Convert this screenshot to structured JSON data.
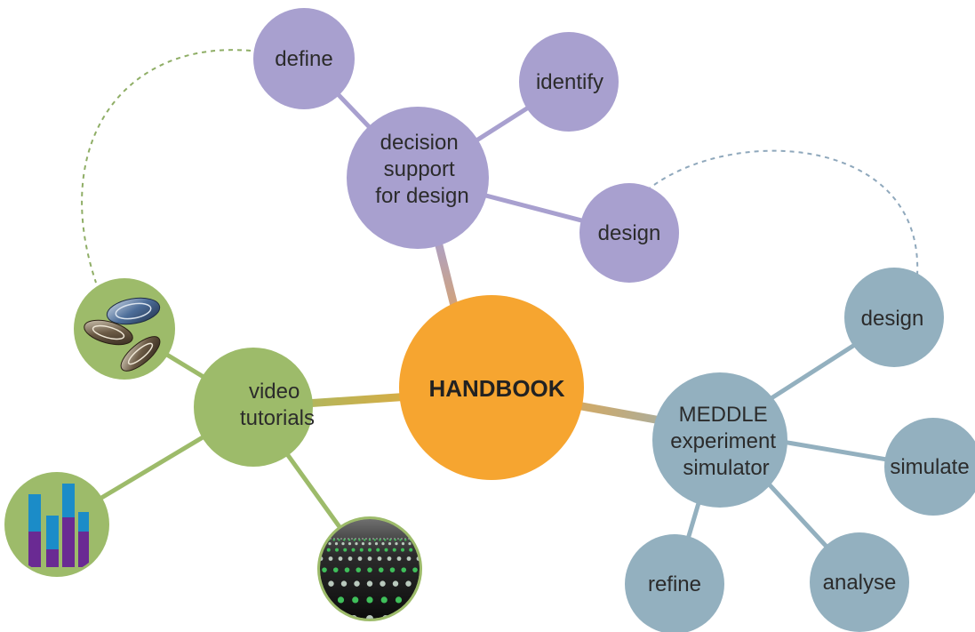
{
  "colors": {
    "hub": "#F6A530",
    "decision": "#A8A0CF",
    "video": "#9DBB6A",
    "meddle": "#93B0BF",
    "dashed_purple": "#8F8BC2",
    "dashed_green": "#8FAE66",
    "dashed_blue": "#8FA8BC"
  },
  "hub": {
    "label": "HANDBOOK"
  },
  "decision_support": {
    "label_lines": [
      "decision",
      "support",
      "for design"
    ],
    "children": {
      "define": "define",
      "identify": "identify",
      "design": "design"
    }
  },
  "video_tutorials": {
    "label_lines": [
      "video",
      "tutorials"
    ],
    "thumbnails": [
      "oyster-shells-image",
      "bar-chart-image",
      "particle-grid-image"
    ]
  },
  "meddle": {
    "label_lines": [
      "MEDDLE",
      "experiment",
      "simulator"
    ],
    "children": {
      "design": "design",
      "simulate": "simulate",
      "analyse": "analyse",
      "refine": "refine"
    }
  }
}
